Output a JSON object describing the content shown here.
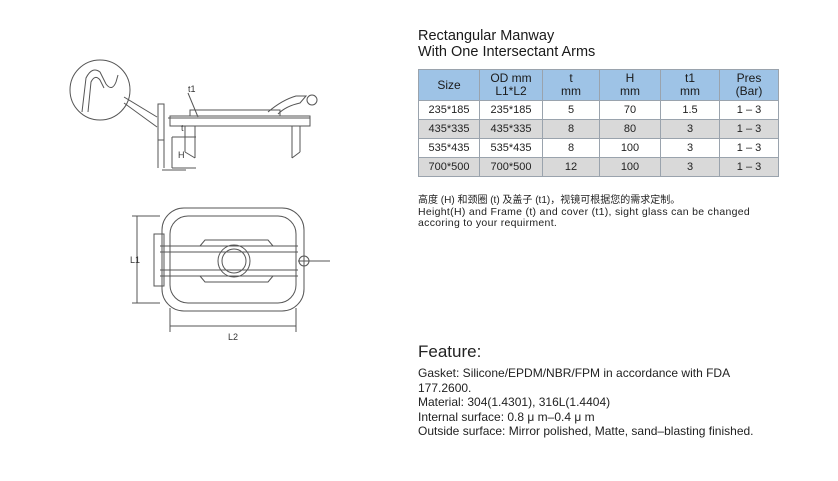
{
  "title": {
    "line1": "Rectangular Manway",
    "line2": "With One Intersectant Arms"
  },
  "drawing_labels": {
    "t1": "t1",
    "t": "t",
    "h": "H",
    "l1": "L1",
    "l2": "L2"
  },
  "table": {
    "headers": [
      {
        "line1": "Size",
        "line2": ""
      },
      {
        "line1": "OD mm",
        "line2": "L1*L2"
      },
      {
        "line1": "t",
        "line2": "mm"
      },
      {
        "line1": "H",
        "line2": "mm"
      },
      {
        "line1": "t1",
        "line2": "mm"
      },
      {
        "line1": "Pres",
        "line2": "(Bar)"
      }
    ],
    "rows": [
      [
        "235*185",
        "235*185",
        "5",
        "70",
        "1.5",
        "1 – 3"
      ],
      [
        "435*335",
        "435*335",
        "8",
        "80",
        "3",
        "1 – 3"
      ],
      [
        "535*435",
        "535*435",
        "8",
        "100",
        "3",
        "1 – 3"
      ],
      [
        "700*500",
        "700*500",
        "12",
        "100",
        "3",
        "1 – 3"
      ]
    ]
  },
  "note_cn": "高度 (H) 和颈圈 (t) 及盖子 (t1)，视镜可根据您的需求定制。",
  "note_en": "Height(H) and Frame (t) and cover (t1), sight glass can be changed accoring to your requirment.",
  "feature": {
    "heading": "Feature:",
    "lines": [
      "Gasket: Silicone/EPDM/NBR/FPM in accordance with FDA 177.2600.",
      "Material: 304(1.4301), 316L(1.4404)",
      "Internal surface: 0.8 μ m–0.4 μ m",
      "Outside surface: Mirror polished, Matte, sand–blasting finished."
    ]
  },
  "colors": {
    "header_bg": "#9ec3e6",
    "alt_row": "#d9d9d9"
  }
}
